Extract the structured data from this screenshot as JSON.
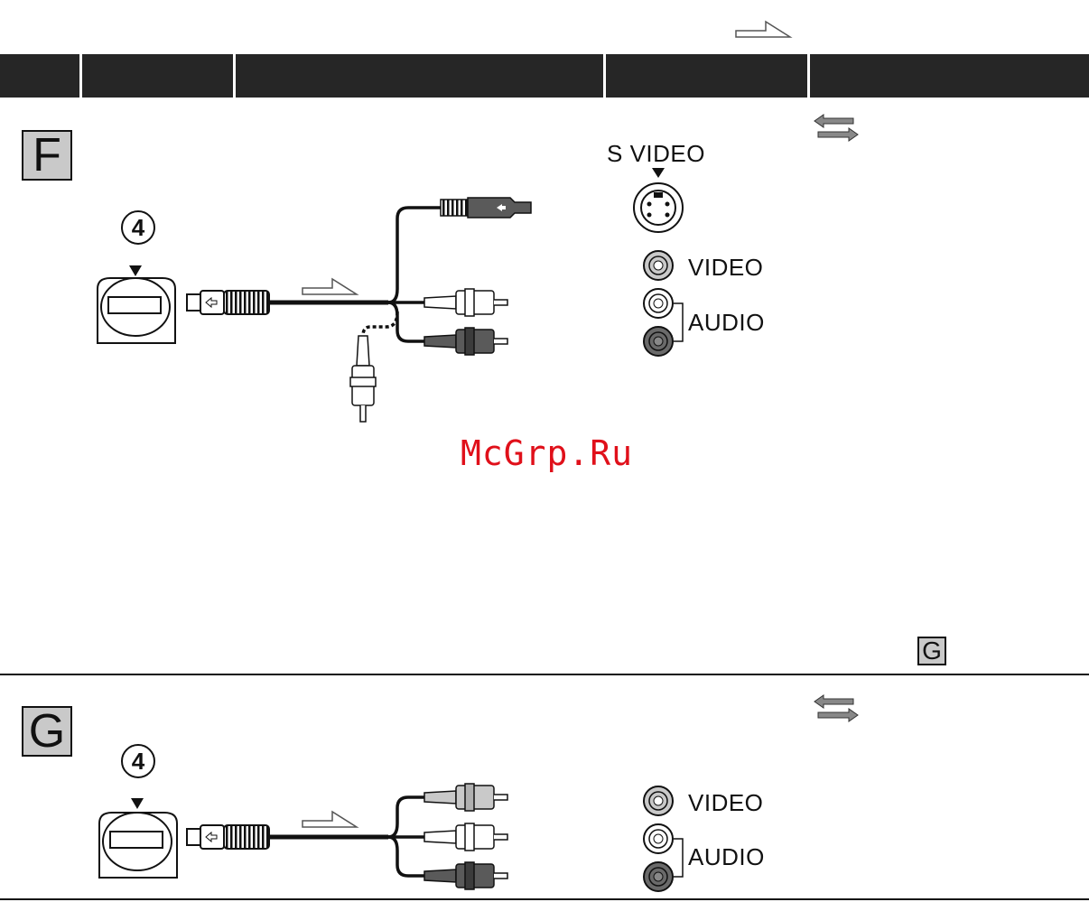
{
  "sections": {
    "f": {
      "letter": "F"
    },
    "g": {
      "letter": "G"
    }
  },
  "step_number": "4",
  "jacks": {
    "s_video": "S VIDEO",
    "video": "VIDEO",
    "audio": "AUDIO"
  },
  "reference_letter": "G",
  "watermark": "McGrp.Ru",
  "colors": {
    "header_bar": "#262626",
    "letter_box": "#c9c9c9",
    "watermark": "#e0101a"
  }
}
